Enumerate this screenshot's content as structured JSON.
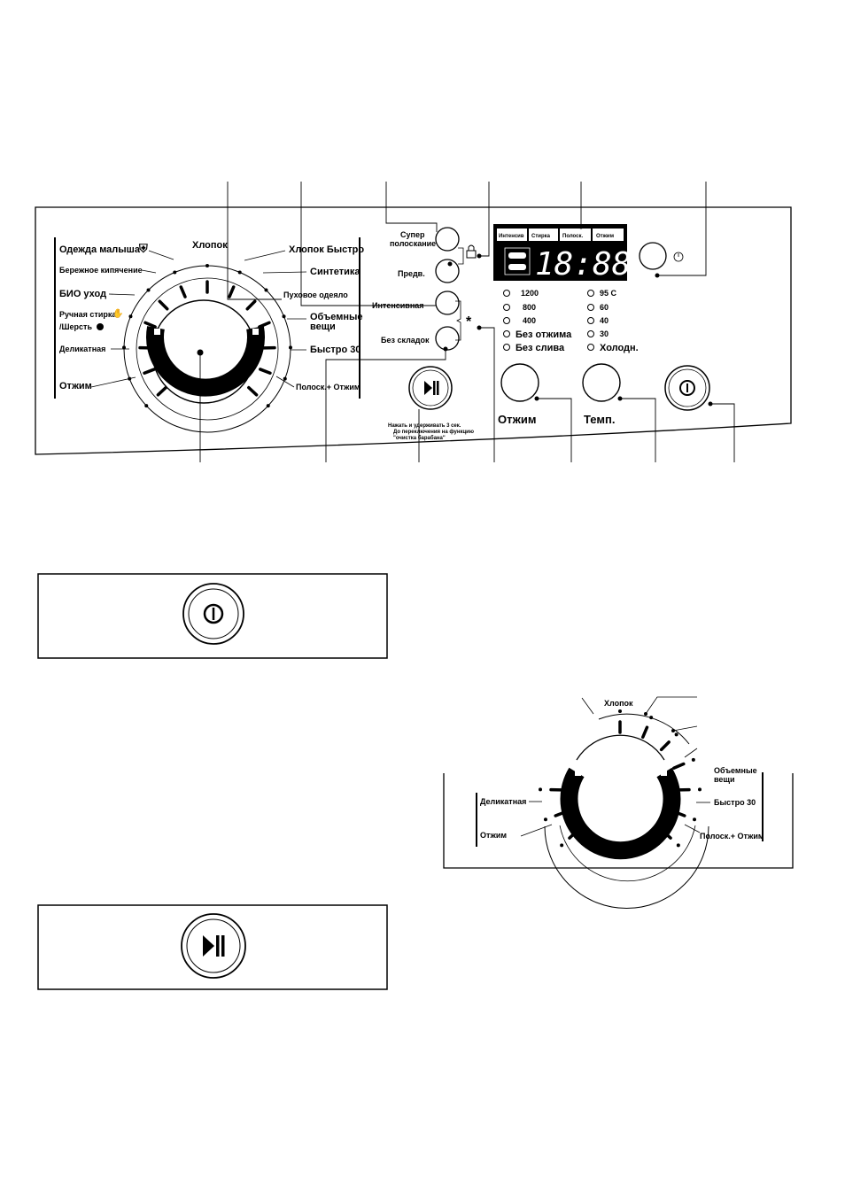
{
  "panel": {
    "programs_left": [
      "Одежда малыша",
      "Бережное кипячение",
      "БИО уход",
      "Ручная стирка",
      "/Шерсть",
      "Деликатная",
      "Отжим"
    ],
    "program_top": "Хлопок",
    "programs_right": [
      "Хлопок Быстро",
      "Синтетика",
      "Пуховое одеяло",
      "Объемные",
      "вещи",
      "Быстро 30",
      "Полоск.+ Отжим"
    ],
    "option_buttons": [
      "Супер",
      "полоскание",
      "Предв.",
      "Интенсивная",
      "Без складок"
    ],
    "status_tabs": [
      "Интенсив",
      "Стирка",
      "Полоск.",
      "Отжим"
    ],
    "display_time": "18:88",
    "spin_options": [
      "1200",
      "800",
      "400",
      "Без отжима",
      "Без слива"
    ],
    "temp_options": [
      "95 C",
      "60",
      "40",
      "30",
      "Холодн."
    ],
    "spin_label": "Отжим",
    "temp_label": "Темп.",
    "footnote_star": "*",
    "footnote": [
      "Нажать и удерживать 3 сек.",
      "До переключения на функцию",
      "\"очистка барабана\""
    ]
  },
  "power_box": {
    "icon": "power-icon"
  },
  "start_box": {
    "icon": "play-pause-icon"
  },
  "dial_detail": {
    "top": "Хлопок",
    "right": [
      "Объемные",
      "вещи",
      "Быстро 30",
      "Полоск.+ Отжим"
    ],
    "left": [
      "Деликатная",
      "Отжим"
    ]
  }
}
